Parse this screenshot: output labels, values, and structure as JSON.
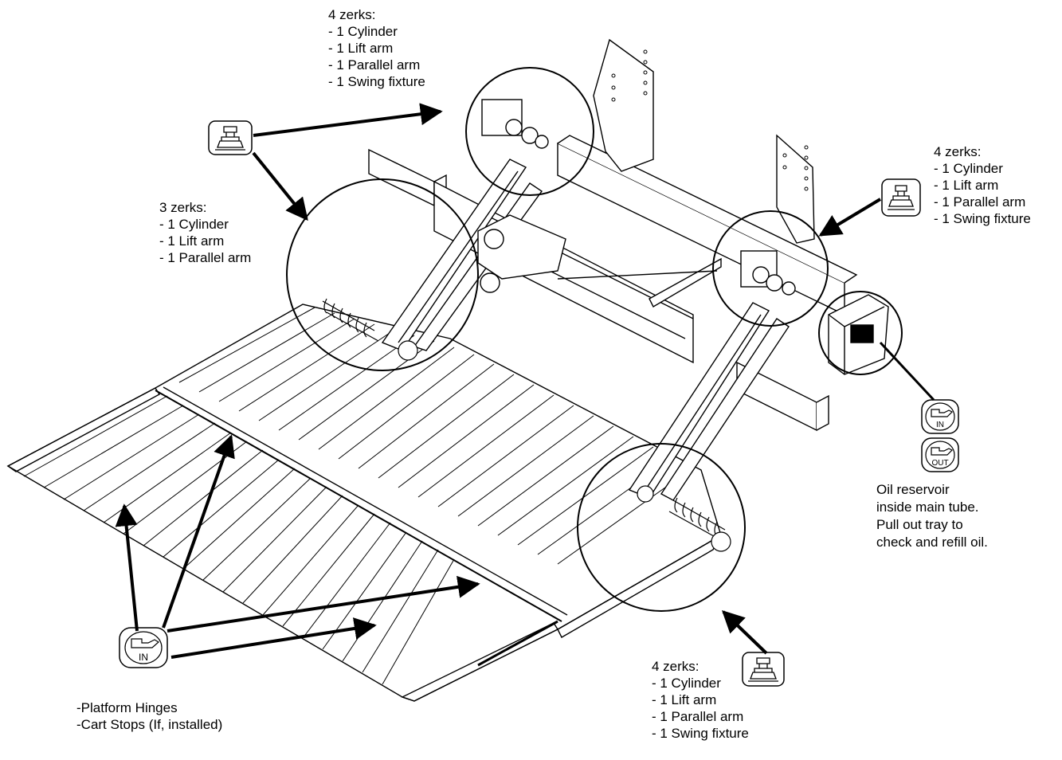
{
  "labels": {
    "top_center": {
      "heading": "4 zerks:",
      "items": [
        "- 1 Cylinder",
        "- 1 Lift arm",
        "- 1 Parallel arm",
        "- 1 Swing fixture"
      ]
    },
    "left_upper": {
      "heading": "3 zerks:",
      "items": [
        "- 1 Cylinder",
        "- 1 Lift arm",
        "- 1 Parallel arm"
      ]
    },
    "right_upper": {
      "heading": "4 zerks:",
      "items": [
        "- 1 Cylinder",
        "- 1 Lift arm",
        "- 1 Parallel arm",
        "- 1 Swing fixture"
      ]
    },
    "bottom_right": {
      "heading": "4 zerks:",
      "items": [
        "- 1 Cylinder",
        "- 1 Lift arm",
        "- 1 Parallel arm",
        "- 1 Swing fixture"
      ]
    },
    "oil_reservoir": {
      "lines": [
        "Oil reservoir",
        "inside main tube.",
        "Pull out tray to",
        "check and refill oil."
      ]
    },
    "platform": {
      "lines": [
        "-Platform Hinges",
        "-Cart Stops (If, installed)"
      ]
    }
  },
  "icons": {
    "oil_in_text": "IN",
    "oil_out_text": "OUT"
  }
}
